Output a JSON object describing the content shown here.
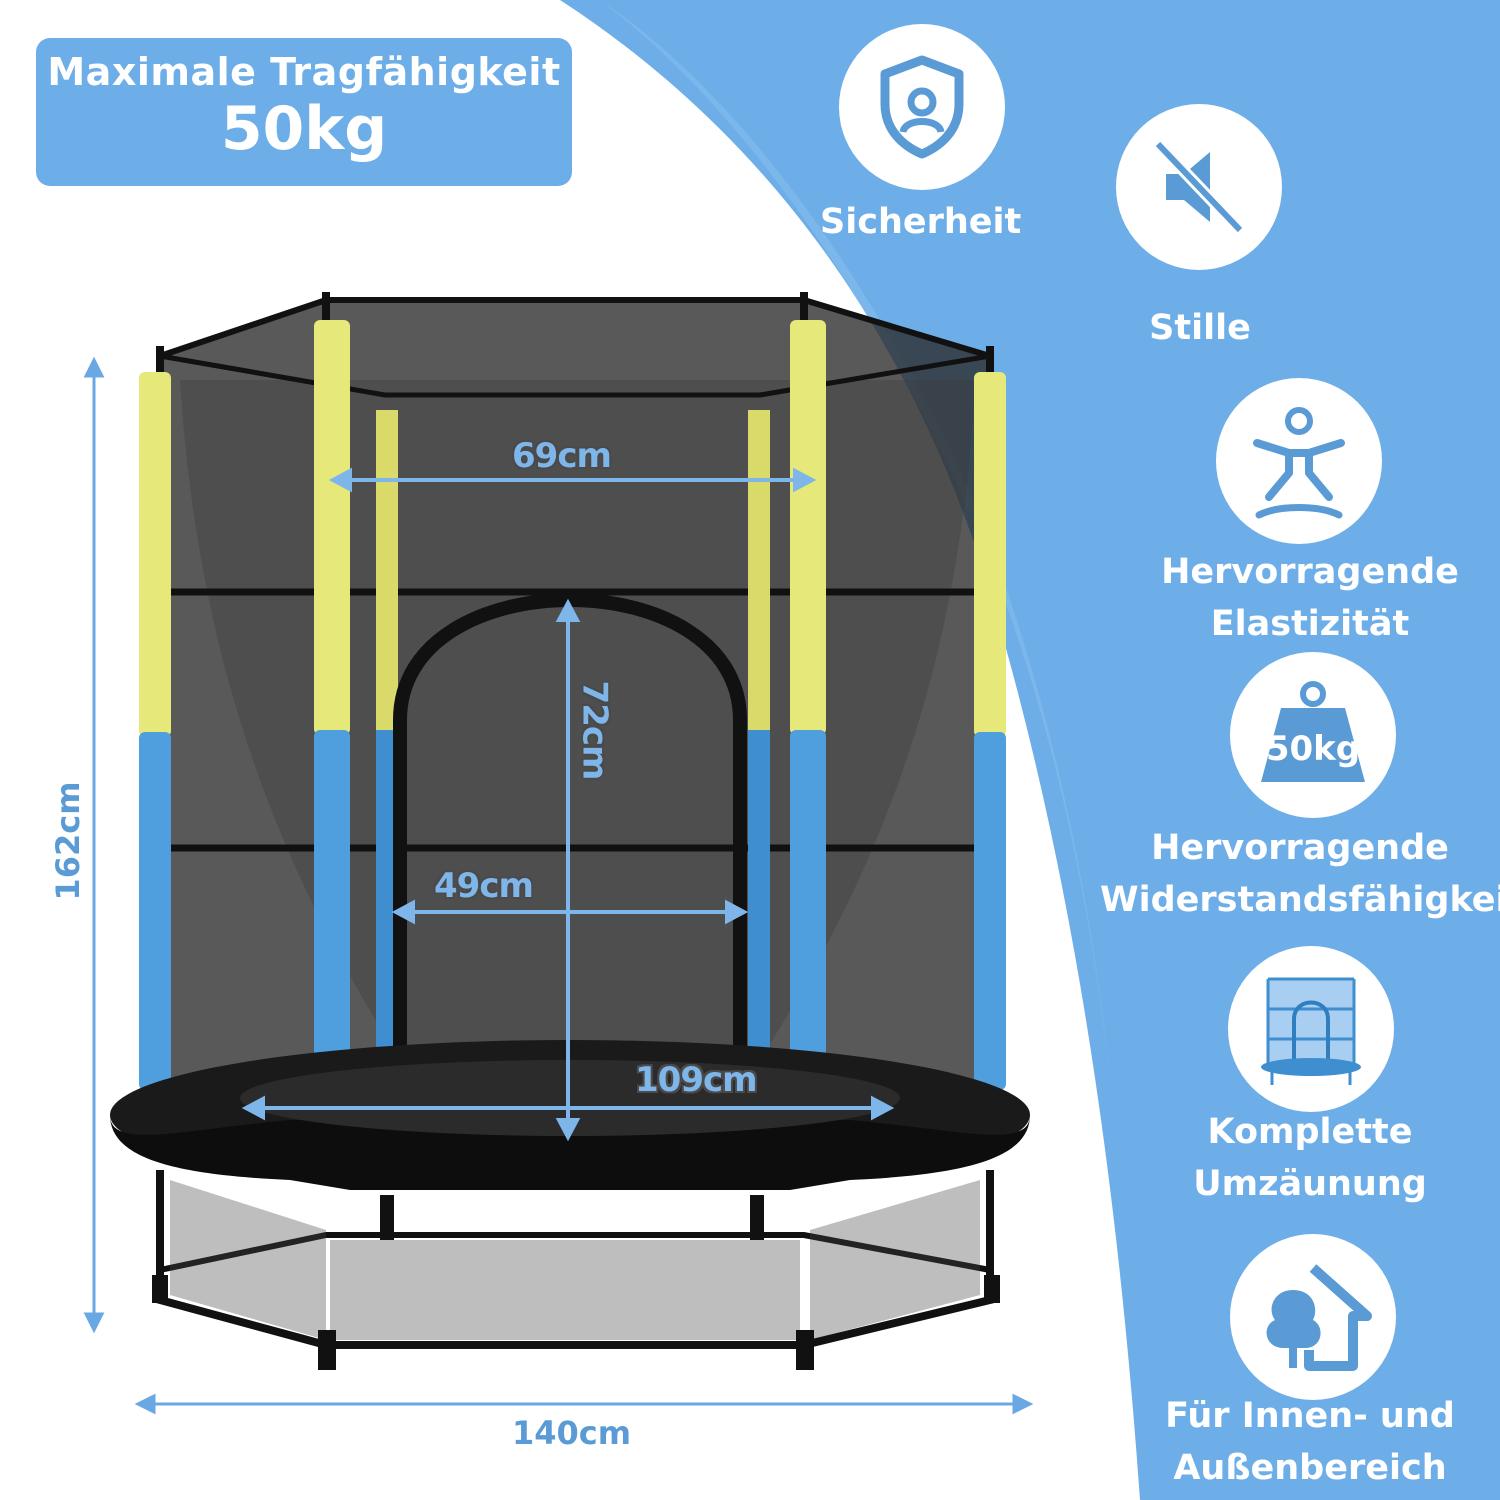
{
  "header": {
    "title": "Maximale Tragfähigkeit",
    "value": "50kg"
  },
  "dimensions": {
    "top_width": "69cm",
    "door_height": "72cm",
    "door_width": "49cm",
    "mat_diameter": "109cm",
    "total_height": "162cm",
    "total_width": "140cm"
  },
  "features": [
    {
      "icon": "shield-person-icon",
      "lines": [
        "Sicherheit"
      ]
    },
    {
      "icon": "mute-speaker-icon",
      "lines": [
        "Stille"
      ]
    },
    {
      "icon": "jumping-person-icon",
      "lines": [
        "Hervorragende",
        "Elastizität"
      ]
    },
    {
      "icon": "weight-icon",
      "icon_text": "50kg",
      "lines": [
        "Hervorragende",
        "Widerstandsfähigkei"
      ]
    },
    {
      "icon": "trampoline-enclosure-icon",
      "lines": [
        "Komplette",
        "Umzäunung"
      ]
    },
    {
      "icon": "tree-house-icon",
      "lines": [
        "Für Innen- und",
        "Außenbereich"
      ]
    }
  ],
  "colors": {
    "accent_blue": "#6eaee8",
    "dimension_blue": "#5b9bd5",
    "pad_yellow": "#e6e87a",
    "pad_blue": "#4f9fde",
    "frame_black": "#1a1a1a"
  }
}
